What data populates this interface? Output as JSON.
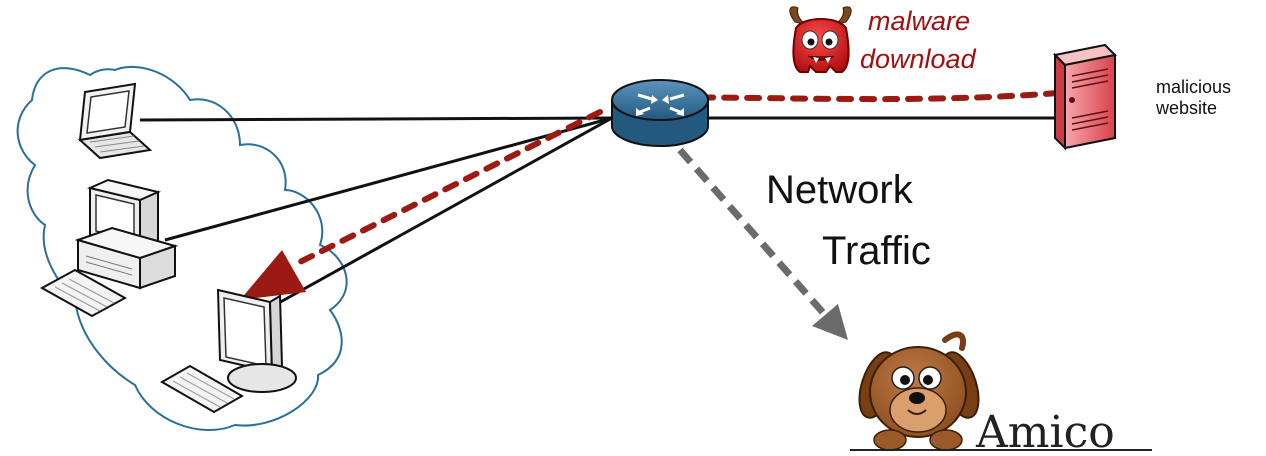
{
  "labels": {
    "malware_line1": "malware",
    "malware_line2": "download",
    "site_line1": "malicious",
    "site_line2": "website",
    "traffic_line1": "Network",
    "traffic_line2": "Traffic",
    "brand": "Amico"
  },
  "colors": {
    "malware_path": "#9b1b14",
    "traffic_arrow": "#666666",
    "server": "#e85a64",
    "router": "#2f6f99",
    "cloud_outline": "#2a6f9a",
    "dog": "#9a5a2a"
  },
  "icons": {
    "cloud": "cloud-icon",
    "laptop": "laptop-icon",
    "desktop": "desktop-computer-icon",
    "workstation": "workstation-monitor-icon",
    "router": "router-icon",
    "server": "server-icon",
    "malware": "devil-monster-icon",
    "mascot": "dog-mascot-icon"
  }
}
